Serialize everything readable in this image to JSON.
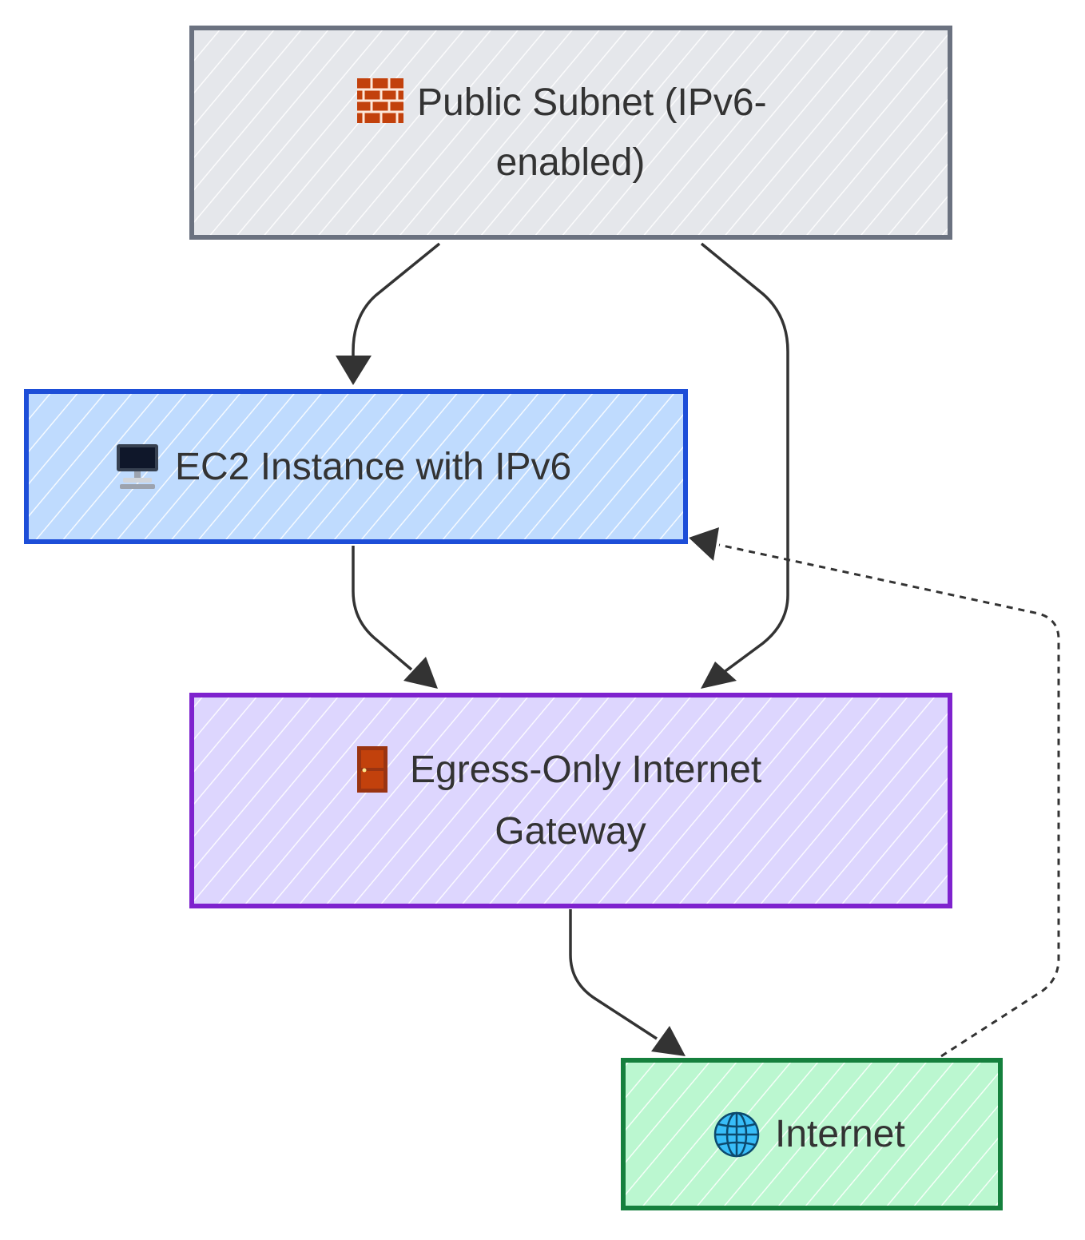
{
  "nodes": {
    "public_subnet": {
      "icon": "brick-icon",
      "line1": "Public Subnet (IPv6-",
      "line2": "enabled)",
      "fill": "#e5e7eb",
      "stroke": "#6b7280"
    },
    "ec2_instance": {
      "icon": "desktop-computer-icon",
      "line1": "EC2 Instance with IPv6",
      "fill": "#bfdbfe",
      "stroke": "#1d4ed8"
    },
    "egress_gateway": {
      "icon": "door-icon",
      "line1": "Egress-Only Internet",
      "line2": "Gateway",
      "fill": "#ddd6fe",
      "stroke": "#7e22ce"
    },
    "internet": {
      "icon": "globe-icon",
      "line1": "Internet",
      "fill": "#bbf7d0",
      "stroke": "#15803d"
    }
  },
  "edges": [
    {
      "from": "public_subnet",
      "to": "ec2_instance",
      "style": "solid"
    },
    {
      "from": "public_subnet",
      "to": "egress_gateway",
      "style": "solid"
    },
    {
      "from": "ec2_instance",
      "to": "egress_gateway",
      "style": "solid"
    },
    {
      "from": "egress_gateway",
      "to": "internet",
      "style": "solid"
    },
    {
      "from": "internet",
      "to": "ec2_instance",
      "style": "dashed"
    }
  ],
  "colors": {
    "edge": "#333333",
    "text": "#333333"
  }
}
